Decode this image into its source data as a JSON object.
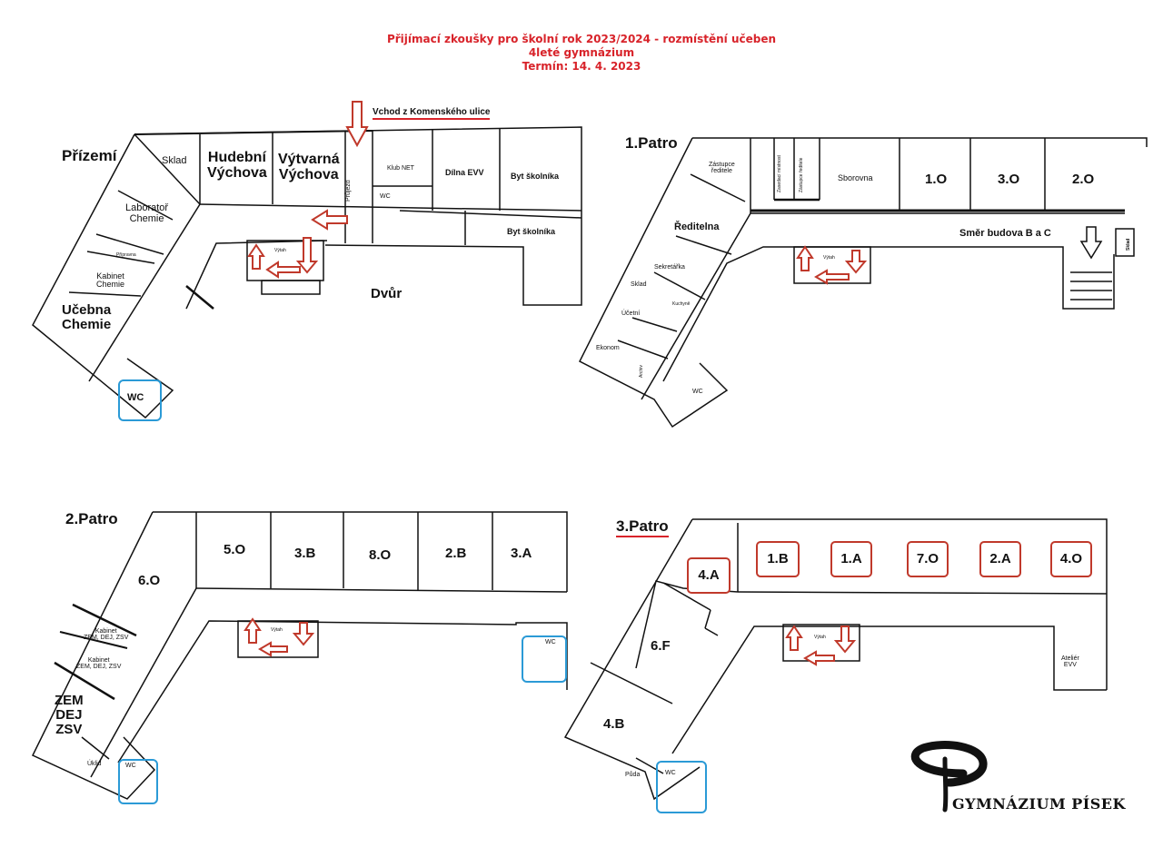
{
  "header": {
    "line1": "Přijímací zkoušky pro školní rok 2023/2024 - rozmístění učeben",
    "line2": "4leté gymnázium",
    "line3": "Termín: 14. 4. 2023"
  },
  "colors": {
    "accent_red": "#d8232a",
    "wc_blue": "#2b9ad6",
    "line": "#111111"
  },
  "ground": {
    "title": "Přízemí",
    "entrance": "Vchod z Komenského ulice",
    "rooms": {
      "sklad": "Sklad",
      "hudebni": [
        "Hudební",
        "Výchova"
      ],
      "vytvarna": [
        "Výtvarná",
        "Výchova"
      ],
      "prujezd": "Průjezd",
      "klub": "Klub NET",
      "wc_small": "WC",
      "dilna": "Dílna EVV",
      "byt1": "Byt školníka",
      "byt2": "Byt školníka",
      "laborator": [
        "Laboratoř",
        "Chemie"
      ],
      "priprava": "Přípravna",
      "kabinet": [
        "Kabinet",
        "Chemie"
      ],
      "ucebna": [
        "Učebna",
        "Chemie"
      ],
      "vytah": "Výtah",
      "dvur": "Dvůr",
      "wc": "WC"
    }
  },
  "floor1": {
    "title": "1.Patro",
    "rooms": {
      "zastupce": [
        "Zástupce",
        "ředitele"
      ],
      "zasedaci": "Zasedací místnost",
      "zastupce2": "Zástupce ředitele",
      "sborovna": "Sborovna",
      "r1": "1.O",
      "r2": "3.O",
      "r3": "2.O",
      "smer": "Směr budova B a C",
      "sklad": "Sklad",
      "reditelna": "Ředitelna",
      "sekretarka": "Sekretářka",
      "sklad2": "Sklad",
      "kuchyne": "Kuchyně",
      "ucetni": "Účetní",
      "ekonom": "Ekonom",
      "archiv": "Archiv",
      "vytah": "Výtah",
      "wc": "WC"
    }
  },
  "floor2": {
    "title": "2.Patro",
    "rooms": {
      "r5o": "5.O",
      "r3b": "3.B",
      "r8o": "8.O",
      "r2b": "2.B",
      "r3a": "3.A",
      "r6o": "6.O",
      "kab1": [
        "Kabinet",
        "ZEM, DEJ, ZSV"
      ],
      "kab2": [
        "Kabinet",
        "ZEM, DEJ, ZSV"
      ],
      "zem": [
        "ZEM",
        "DEJ",
        "ZSV"
      ],
      "uklid": "Úklid",
      "vytah": "Výtah",
      "wc": "WC",
      "wc2": "WC"
    }
  },
  "floor3": {
    "title": "3.Patro",
    "rooms": {
      "r4a": "4.A",
      "r1b": "1.B",
      "r1a": "1.A",
      "r7o": "7.O",
      "r2a": "2.A",
      "r4o": "4.O",
      "r6f": "6.F",
      "r4b": "4.B",
      "puda": "Půda",
      "wc": "WC",
      "atelier": [
        "Ateliér",
        "EVV"
      ],
      "vytah": "Výtah"
    }
  },
  "logo": {
    "text": "GYMNÁZIUM PÍSEK"
  }
}
